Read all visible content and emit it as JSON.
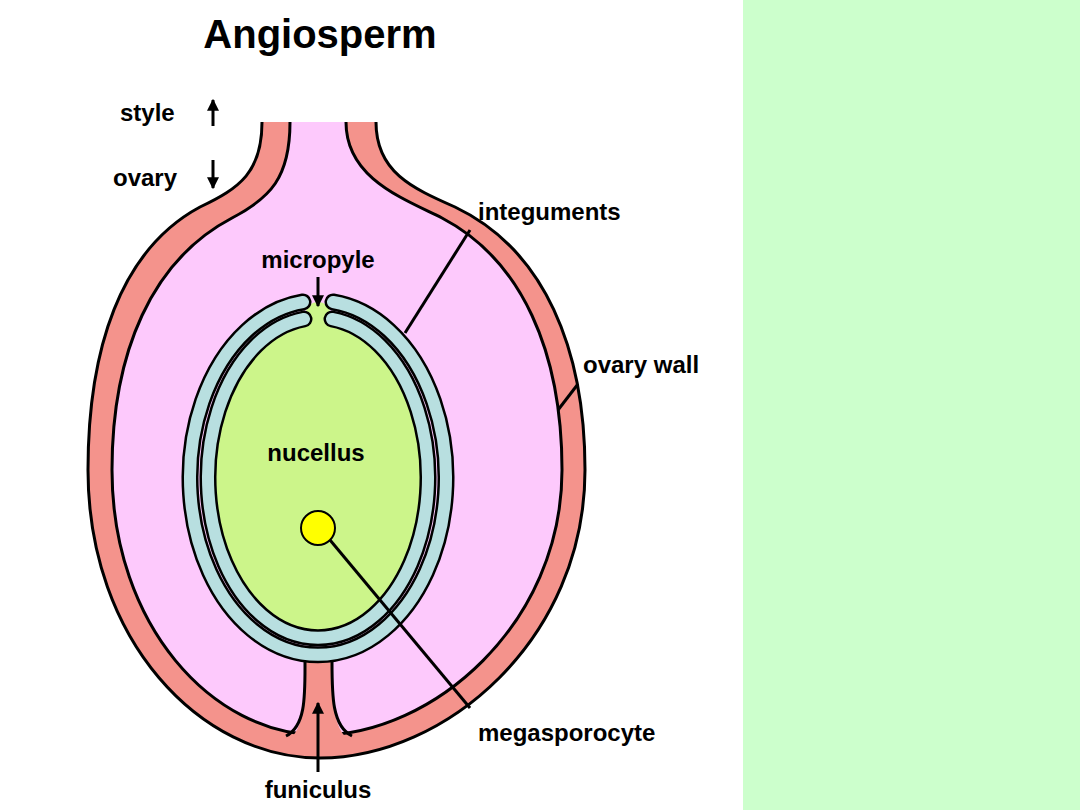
{
  "diagram": {
    "title": "Angiosperm",
    "labels": [
      "style",
      "ovary",
      "micropyle",
      "integuments",
      "ovary wall",
      "nucellus",
      "megasporocyte",
      "funiculus"
    ]
  }
}
